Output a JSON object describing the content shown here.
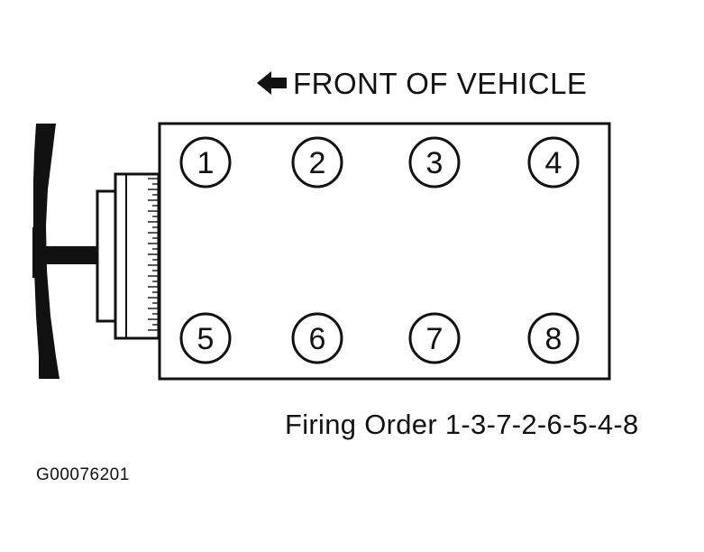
{
  "header": {
    "direction_label": "FRONT OF VEHICLE"
  },
  "icons": {
    "direction_arrow": "arrow-left-icon"
  },
  "engine": {
    "cylinders": [
      {
        "number": "1",
        "row": "top",
        "position": 1
      },
      {
        "number": "2",
        "row": "top",
        "position": 2
      },
      {
        "number": "3",
        "row": "top",
        "position": 3
      },
      {
        "number": "4",
        "row": "top",
        "position": 4
      },
      {
        "number": "5",
        "row": "bottom",
        "position": 1
      },
      {
        "number": "6",
        "row": "bottom",
        "position": 2
      },
      {
        "number": "7",
        "row": "bottom",
        "position": 3
      },
      {
        "number": "8",
        "row": "bottom",
        "position": 4
      }
    ]
  },
  "firing_order": {
    "label": "Firing Order 1-3-7-2-6-5-4-8"
  },
  "figure": {
    "id": "G00076201"
  },
  "colors": {
    "ink": "#111111",
    "background": "#ffffff"
  }
}
